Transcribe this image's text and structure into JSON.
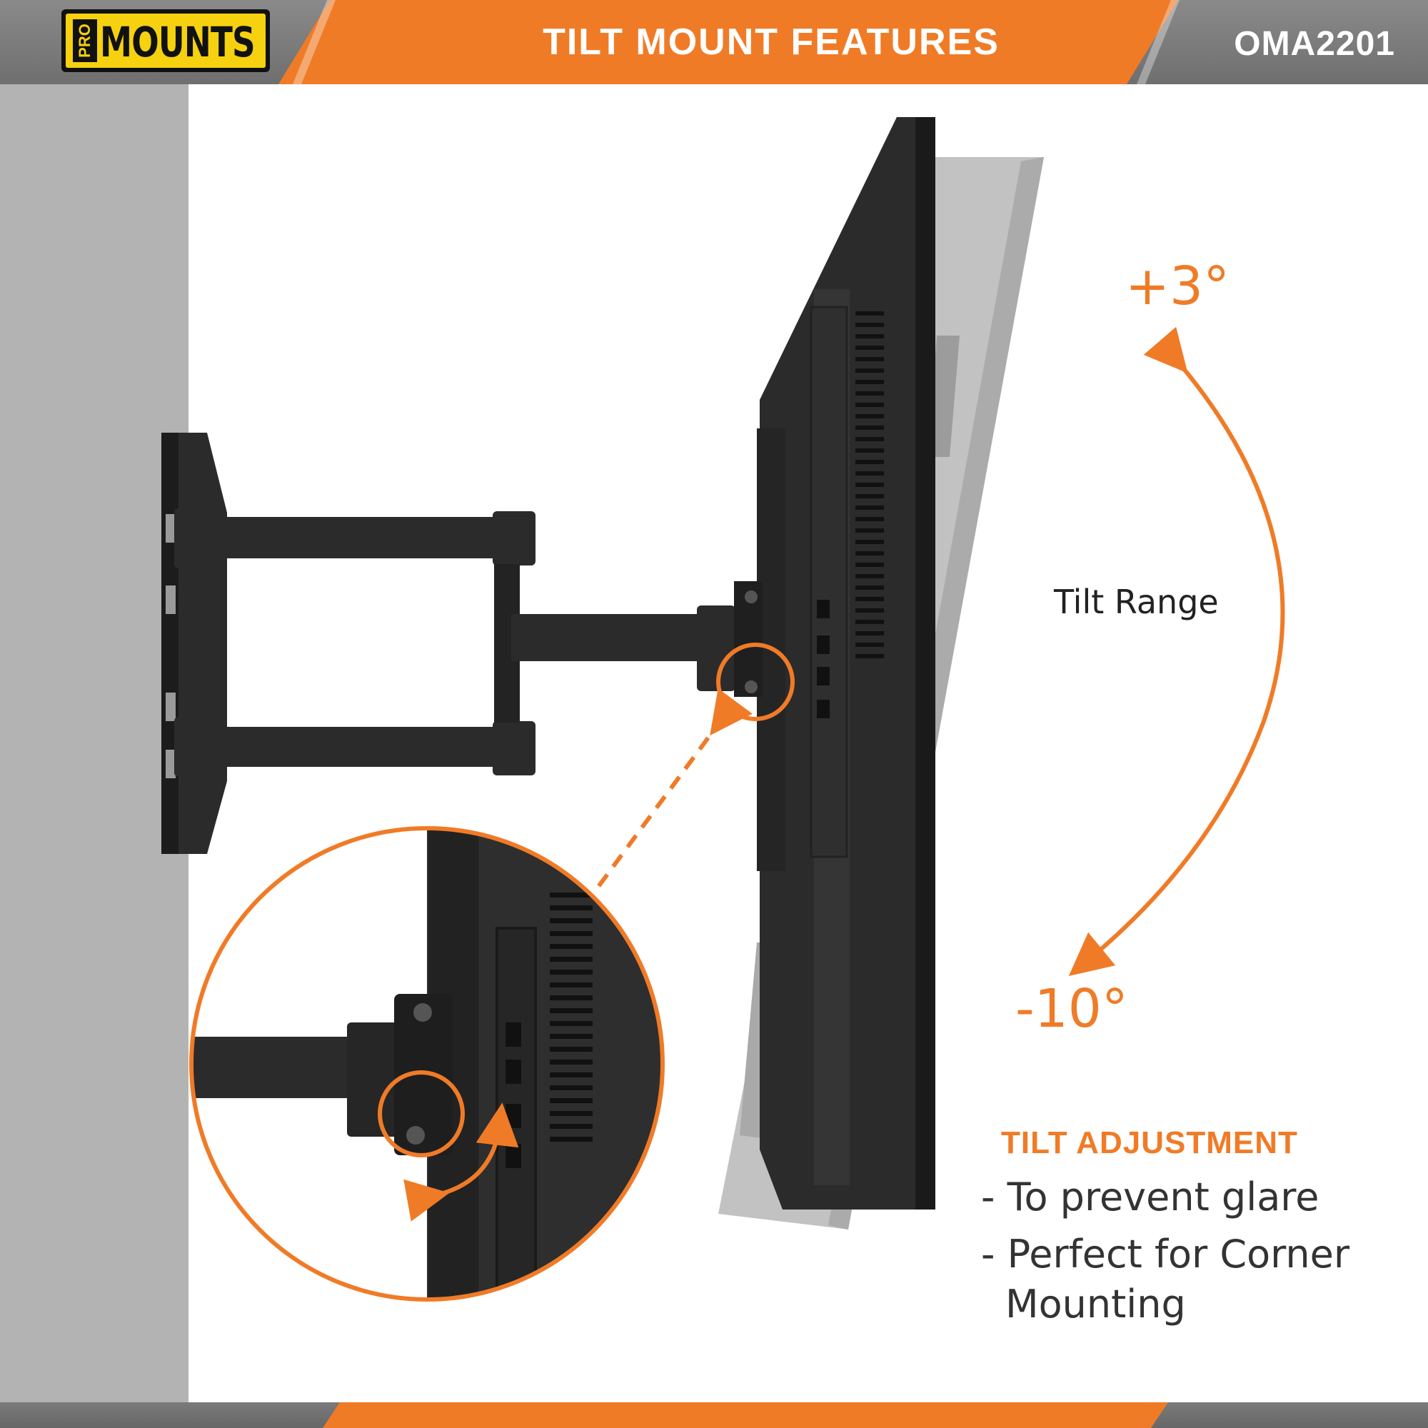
{
  "header": {
    "title": "TILT MOUNT FEATURES",
    "model_code": "OMA2201",
    "logo": {
      "pro": "PRO",
      "mounts": "MOUNTS"
    }
  },
  "tilt": {
    "range_label": "Tilt Range",
    "up_angle": "+3°",
    "down_angle": "-10°"
  },
  "features": {
    "heading": "TILT ADJUSTMENT",
    "bullets": [
      "- To prevent glare",
      "- Perfect for Corner",
      "Mounting"
    ]
  },
  "colors": {
    "accent_orange": "#f07b27",
    "logo_yellow": "#f5d10f",
    "header_gray": "#7a7a7a",
    "wall_gray": "#b3b3b3",
    "mount_black": "#2b2b2b"
  },
  "icons": {
    "logo": "promounts-logo",
    "tilt_arc": "curved-double-arrow-icon",
    "zoom_circle": "magnifier-circle-icon"
  }
}
